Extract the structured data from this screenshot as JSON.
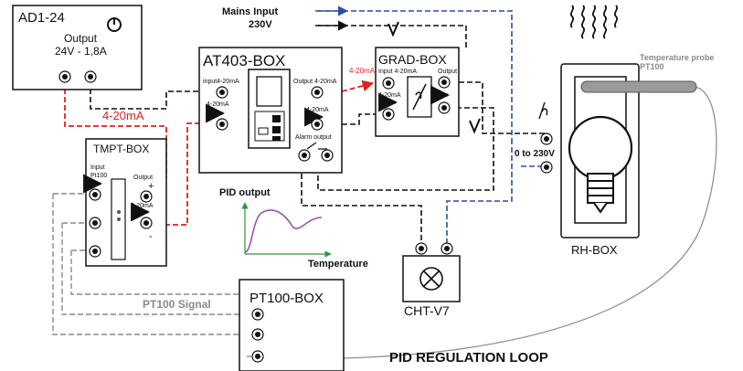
{
  "labels": {
    "ad1_title": "AD1-24",
    "ad1_output": "Output",
    "ad1_voltage": "24V - 1,8A",
    "mains": "Mains Input",
    "mains_volt": "230V",
    "at403_title": "AT403-BOX",
    "at403_input": "input4-20mA",
    "at403_420a": "4-20mA",
    "at403_output": "Output 4-20mA",
    "at403_420b": "4-20mA",
    "at403_alarm": "Alarm output",
    "red_signal": "4-20mA",
    "red_short": "4-20mA",
    "grad_title": "GRAD-BOX",
    "grad_input": "Input 4-20mA",
    "grad_output": "Output",
    "grad_420": "4-20mA",
    "temp_probe": "Temperature probe",
    "temp_probe_sub": "PT100",
    "zero_230": "0 to 230V",
    "rh_title": "RH-BOX",
    "tmpt_title": "TMPT-BOX",
    "tmpt_input": "Input",
    "tmpt_pt100": "Pt100",
    "tmpt_output": "Output",
    "tmpt_420": "4-20mA",
    "plus": "+",
    "minus": "-",
    "pid_output": "PID output",
    "temperature": "Temperature",
    "pt100_signal": "PT100 Signal",
    "pt100_title": "PT100-BOX",
    "cht_title": "CHT-V7",
    "loop_title": "PID REGULATION LOOP"
  },
  "colors": {
    "signal_red": "#e02020",
    "mains_blue": "#2a4fa8",
    "probe_grey": "#8a8a8a",
    "curve_purple": "#a050b0",
    "axis_green": "#2a9a3a"
  }
}
